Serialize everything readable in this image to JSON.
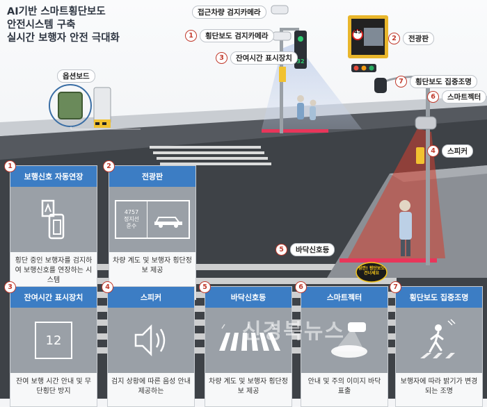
{
  "title": {
    "line1": "AI기반 스마트횡단보도",
    "line2": "안전시스템 구축",
    "line3": "실시간 보행자 안전 극대화"
  },
  "labels": {
    "approach_camera": "접근차량 검지카메라",
    "crosswalk_camera": "횡단보도 검지카메라",
    "remaining_time": "잔여시간 표시장치",
    "option_board": "옵션보드",
    "display_board": "전광판",
    "focus_light": "횡단보도 집중조명",
    "smart_projector": "스마트젝터",
    "speaker": "스피커",
    "floor_signal": "바닥신호등"
  },
  "scene": {
    "speed_sign": "45",
    "signal_timer": "32",
    "projection_text": "잠깐! 횡단보도 건너세요"
  },
  "cards": [
    {
      "num": "1",
      "title": "보행신호 자동연장",
      "desc": "횡단 중인 보행자를 검지하여 보행신호를 연장하는 시스템"
    },
    {
      "num": "2",
      "title": "전광판",
      "desc": "차량 계도 및 보행자 횡단정보 제공",
      "panel": {
        "plate": "4757",
        "line1": "정지선",
        "line2": "준수"
      }
    },
    {
      "num": "3",
      "title": "잔여시간 표시장치",
      "desc": "잔여 보행 시간 안내 및 무단횡단 방지",
      "counter": "12"
    },
    {
      "num": "4",
      "title": "스피커",
      "desc": "검지 상황에 따른 음성 안내 제공하는"
    },
    {
      "num": "5",
      "title": "바닥신호등",
      "desc": "차량 계도 및 보행자 횡단정보 제공"
    },
    {
      "num": "6",
      "title": "스마트젝터",
      "desc": "안내 및 주의 이미지 바닥 표출"
    },
    {
      "num": "7",
      "title": "횡단보도 집중조명",
      "desc": "보행자에 따라 밝기가 변경되는 조명"
    }
  ],
  "watermark": "신경북뉴스"
}
